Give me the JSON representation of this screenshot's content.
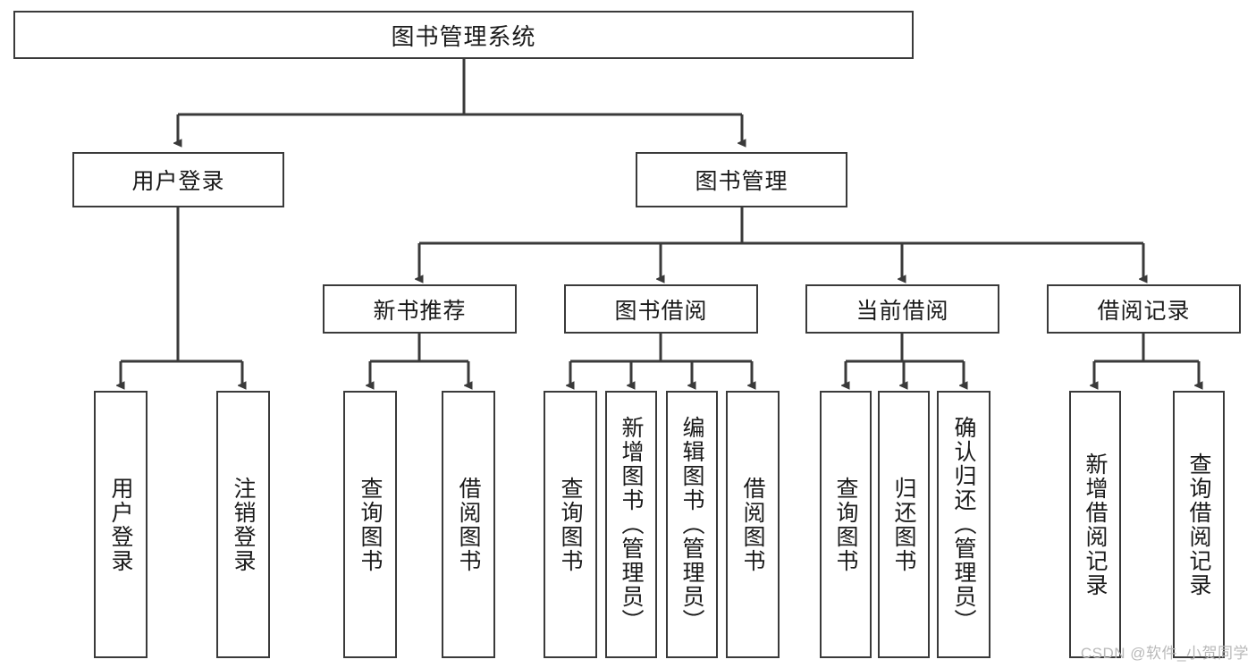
{
  "diagram": {
    "type": "tree-hierarchy",
    "title": "图书管理系统",
    "root": {
      "label": "图书管理系统"
    },
    "level1": [
      {
        "id": "user-login",
        "label": "用户登录"
      },
      {
        "id": "book-management",
        "label": "图书管理"
      }
    ],
    "level2": [
      {
        "id": "new-book-recommend",
        "label": "新书推荐",
        "parent": "book-management"
      },
      {
        "id": "book-borrow",
        "label": "图书借阅",
        "parent": "book-management"
      },
      {
        "id": "current-borrow",
        "label": "当前借阅",
        "parent": "book-management"
      },
      {
        "id": "borrow-record",
        "label": "借阅记录",
        "parent": "book-management"
      }
    ],
    "leaves": [
      {
        "id": "leaf-user-login",
        "label": "用户登录",
        "parent": "user-login"
      },
      {
        "id": "leaf-logout",
        "label": "注销登录",
        "parent": "user-login"
      },
      {
        "id": "leaf-query-book-1",
        "label": "查询图书",
        "parent": "new-book-recommend"
      },
      {
        "id": "leaf-borrow-book-1",
        "label": "借阅图书",
        "parent": "new-book-recommend"
      },
      {
        "id": "leaf-query-book-2",
        "label": "查询图书",
        "parent": "book-borrow"
      },
      {
        "id": "leaf-add-book",
        "label": "新增图书（管理员）",
        "parent": "book-borrow"
      },
      {
        "id": "leaf-edit-book",
        "label": "编辑图书（管理员）",
        "parent": "book-borrow"
      },
      {
        "id": "leaf-borrow-book-2",
        "label": "借阅图书",
        "parent": "book-borrow"
      },
      {
        "id": "leaf-query-book-3",
        "label": "查询图书",
        "parent": "current-borrow"
      },
      {
        "id": "leaf-return-book",
        "label": "归还图书",
        "parent": "current-borrow"
      },
      {
        "id": "leaf-confirm-return",
        "label": "确认归还（管理员）",
        "parent": "current-borrow"
      },
      {
        "id": "leaf-add-record",
        "label": "新增借阅记录",
        "parent": "borrow-record"
      },
      {
        "id": "leaf-query-record",
        "label": "查询借阅记录",
        "parent": "borrow-record"
      }
    ],
    "colors": {
      "stroke": "#3a3a3a",
      "fill": "#ffffff",
      "text": "#1a1a1a",
      "watermark": "#b9b9b9"
    }
  },
  "watermark": {
    "text": "CSDN @软件_小贺同学"
  }
}
